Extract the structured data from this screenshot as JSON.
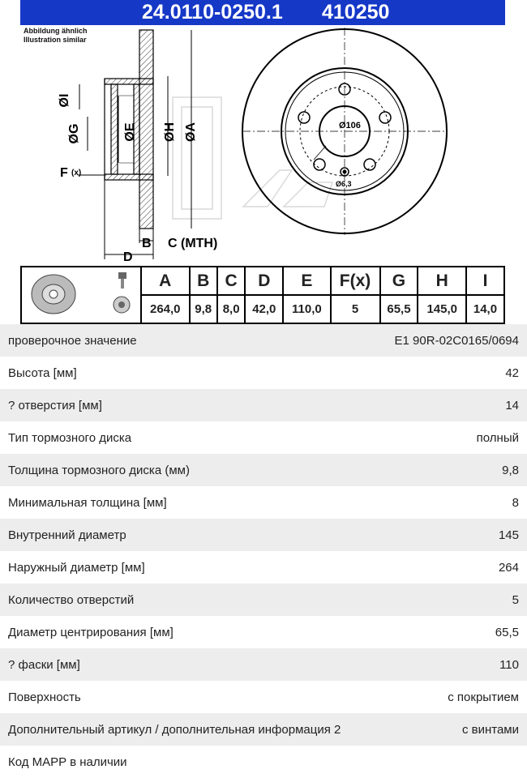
{
  "header": {
    "part_number": "24.0110-0250.1",
    "ref_number": "410250"
  },
  "illustration": {
    "caption_de": "Abbildung ähnlich",
    "caption_en": "Illustration similar",
    "labels": {
      "i": "ØI",
      "g": "ØG",
      "e": "ØE",
      "h": "ØH",
      "a": "ØA",
      "f": "F",
      "fx": "(x)",
      "b": "B",
      "c": "C (MTH)",
      "d": "D",
      "pcd": "Ø106",
      "hole": "Ø6,3"
    }
  },
  "dims_table": {
    "headers": [
      "A",
      "B",
      "C",
      "D",
      "E",
      "F(x)",
      "G",
      "H",
      "I"
    ],
    "values": [
      "264,0",
      "9,8",
      "8,0",
      "42,0",
      "110,0",
      "5",
      "65,5",
      "145,0",
      "14,0"
    ]
  },
  "properties": [
    {
      "label": "проверочное значение",
      "value": "E1 90R-02C0165/0694"
    },
    {
      "label": "Высота [мм]",
      "value": "42"
    },
    {
      "label": "? отверстия [мм]",
      "value": "14"
    },
    {
      "label": "Тип тормозного диска",
      "value": "полный"
    },
    {
      "label": "Толщина тормозного диска (мм)",
      "value": "9,8"
    },
    {
      "label": "Минимальная толщина [мм]",
      "value": "8"
    },
    {
      "label": "Внутренний диаметр",
      "value": "145"
    },
    {
      "label": "Наружный диаметр [мм]",
      "value": "264"
    },
    {
      "label": "Количество отверстий",
      "value": "5"
    },
    {
      "label": "Диаметр центрирования [мм]",
      "value": "65,5"
    },
    {
      "label": "? фаски [мм]",
      "value": "110"
    },
    {
      "label": "Поверхность",
      "value": "с покрытием"
    },
    {
      "label": "Дополнительный артикул / дополнительная информация 2",
      "value": "с винтами"
    },
    {
      "label": "Код MAPP в наличии",
      "value": ""
    }
  ]
}
